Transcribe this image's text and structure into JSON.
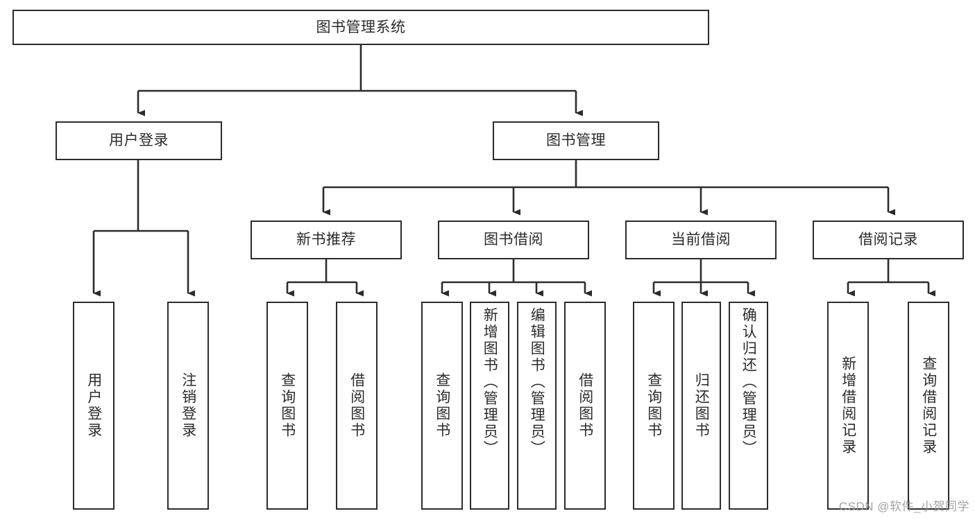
{
  "diagram": {
    "type": "tree-hierarchy",
    "title": "图书管理系统",
    "root": {
      "label": "图书管理系统"
    },
    "level1": [
      {
        "label": "用户登录"
      },
      {
        "label": "图书管理"
      }
    ],
    "level2": [
      {
        "label": "新书推荐"
      },
      {
        "label": "图书借阅"
      },
      {
        "label": "当前借阅"
      },
      {
        "label": "借阅记录"
      }
    ],
    "leaves": {
      "user_login": [
        {
          "label": "用户登录"
        },
        {
          "label": "注销登录"
        }
      ],
      "new_book_recommend": [
        {
          "label": "查询图书"
        },
        {
          "label": "借阅图书"
        }
      ],
      "book_borrow": [
        {
          "label": "查询图书"
        },
        {
          "label": "新增图书（管理员）"
        },
        {
          "label": "编辑图书（管理员）"
        },
        {
          "label": "借阅图书"
        }
      ],
      "current_borrow": [
        {
          "label": "查询图书"
        },
        {
          "label": "归还图书"
        },
        {
          "label": "确认归还（管理员）"
        }
      ],
      "borrow_record": [
        {
          "label": "新增借阅记录"
        },
        {
          "label": "查询借阅记录"
        }
      ]
    }
  },
  "watermark": {
    "text": "CSDN @软件_小贺同学"
  },
  "colors": {
    "stroke": "#2b2b2b",
    "fill": "#ffffff",
    "text": "#2b2b2b",
    "watermark": "#9a9a9a"
  }
}
